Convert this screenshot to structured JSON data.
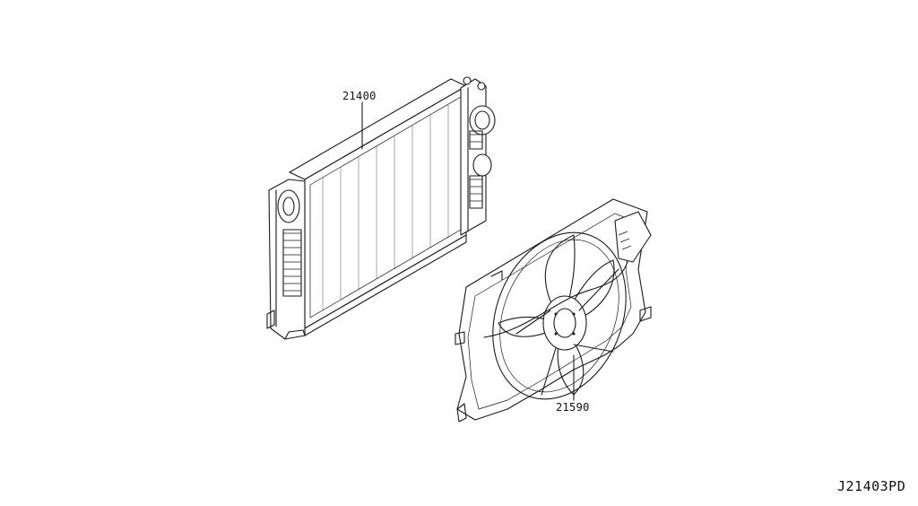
{
  "parts": [
    {
      "number": "21400"
    },
    {
      "number": "21590"
    }
  ],
  "reference_code": "J21403PD"
}
